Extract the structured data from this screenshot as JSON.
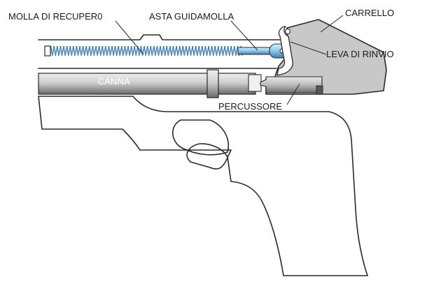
{
  "labels": {
    "recoil_spring": "MOLLA DI RECUPER0",
    "guide_rod": "ASTA GUIDAMOLLA",
    "slide": "CARRELLO",
    "lever": "LEVA DI RINVIO",
    "barrel": "CANNA",
    "firing_pin": "PERCUSSORE"
  },
  "colors": {
    "slide_fill": "#c8c8c8",
    "barrel_light": "#dcdcdc",
    "barrel_dark": "#6a6a6a",
    "spring_blue": "#5aa6d8",
    "rod_blue": "#9fd0f0",
    "outline": "#2a2a2a"
  }
}
